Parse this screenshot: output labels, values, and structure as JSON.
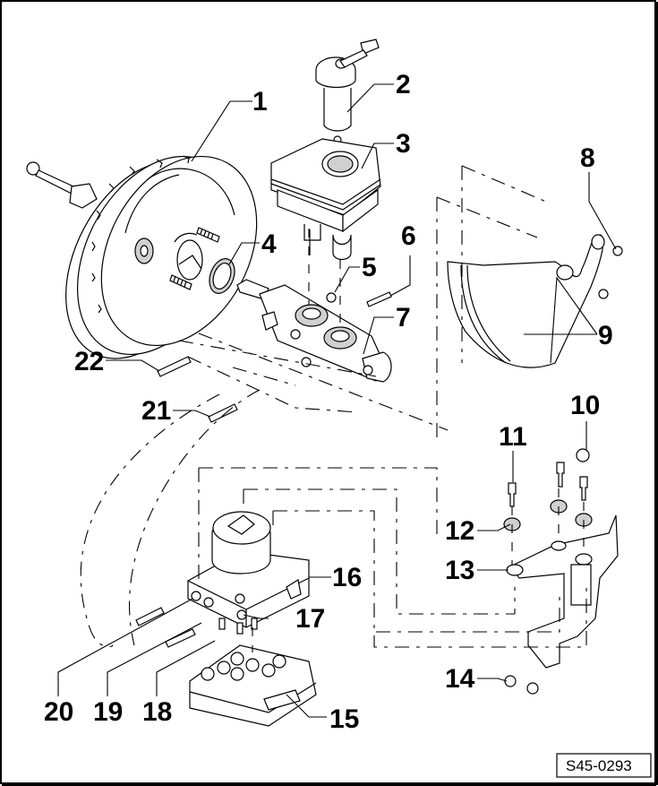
{
  "diagram": {
    "type": "exploded-parts-view",
    "subject": "brake booster, master cylinder, brake fluid reservoir and ABS unit assembly",
    "reference_code": "S45-0293",
    "colors": {
      "line": "#000000",
      "background": "#ffffff",
      "shaded_part": "#d0d0d0"
    },
    "callouts": [
      {
        "id": "1",
        "label": "1",
        "part": "brake-booster"
      },
      {
        "id": "2",
        "label": "2",
        "part": "reservoir-cap-with-sensor"
      },
      {
        "id": "3",
        "label": "3",
        "part": "brake-fluid-reservoir"
      },
      {
        "id": "4",
        "label": "4",
        "part": "seal-ring"
      },
      {
        "id": "5",
        "label": "5",
        "part": "nut"
      },
      {
        "id": "6",
        "label": "6",
        "part": "pin"
      },
      {
        "id": "7",
        "label": "7",
        "part": "master-cylinder"
      },
      {
        "id": "8",
        "label": "8",
        "part": "nut"
      },
      {
        "id": "9",
        "label": "9",
        "part": "heat-shield"
      },
      {
        "id": "10",
        "label": "10",
        "part": "nut"
      },
      {
        "id": "11",
        "label": "11",
        "part": "bolt"
      },
      {
        "id": "12",
        "label": "12",
        "part": "rubber-bush"
      },
      {
        "id": "13",
        "label": "13",
        "part": "bracket"
      },
      {
        "id": "14",
        "label": "14",
        "part": "nut"
      },
      {
        "id": "15",
        "label": "15",
        "part": "control-unit"
      },
      {
        "id": "16",
        "label": "16",
        "part": "connector"
      },
      {
        "id": "17",
        "label": "17",
        "part": "hydraulic-unit"
      },
      {
        "id": "18",
        "label": "18",
        "part": "brake-line"
      },
      {
        "id": "19",
        "label": "19",
        "part": "brake-line"
      },
      {
        "id": "20",
        "label": "20",
        "part": "brake-line"
      },
      {
        "id": "21",
        "label": "21",
        "part": "brake-line"
      },
      {
        "id": "22",
        "label": "22",
        "part": "brake-line"
      }
    ]
  }
}
